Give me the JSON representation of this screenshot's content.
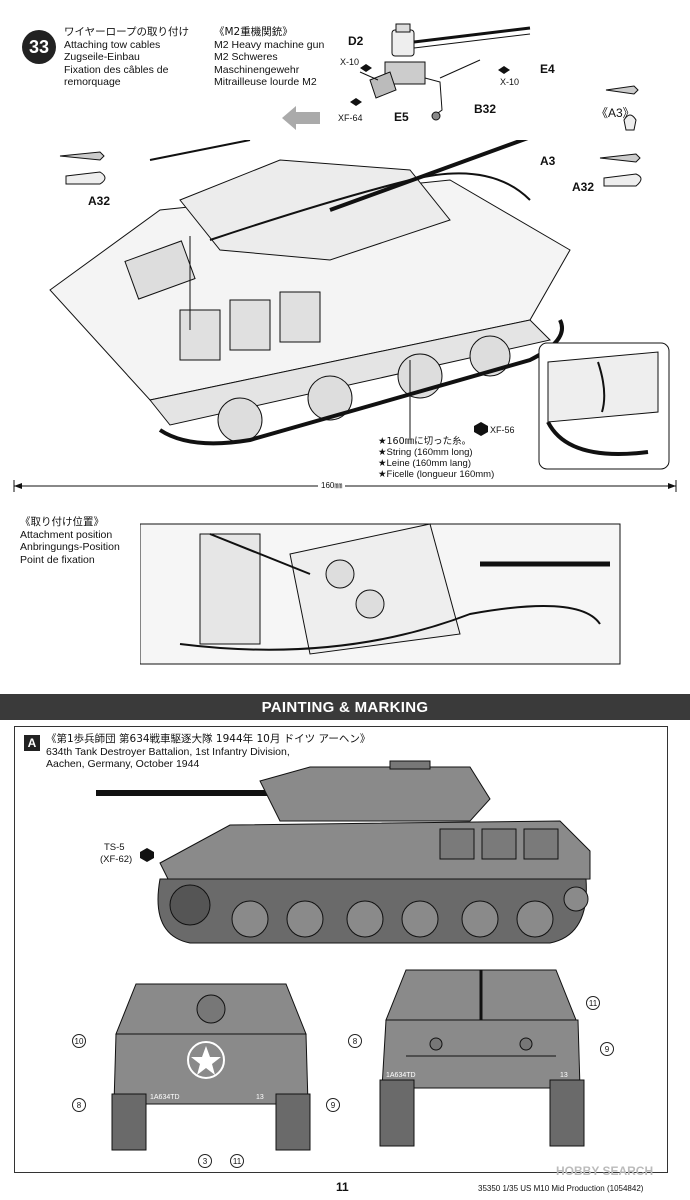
{
  "step": {
    "number": "33",
    "title_lines": [
      "ワイヤーロープの取り付け",
      "Attaching tow cables",
      "Zugseile-Einbau",
      "Fixation des câbles de",
      "remorquage"
    ]
  },
  "mg_note": {
    "lines": [
      "《M2重機関銃》",
      "M2 Heavy machine gun",
      "M2 Schweres",
      "Maschinengewehr",
      "Mitrailleuse lourde M2"
    ]
  },
  "parts": {
    "d2": "D2",
    "e4": "E4",
    "x10_left": "X-10",
    "x10_right": "X-10",
    "xf64": "XF-64",
    "e5": "E5",
    "b32": "B32",
    "a3_header": "《A3》",
    "a3": "A3",
    "a32_right": "A32",
    "a32_left": "A32",
    "xf56": "XF-56"
  },
  "string_note": {
    "lines": [
      "★160㎜に切った糸。",
      "★String (160mm long)",
      "★Leine (160mm lang)",
      "★Ficelle (longueur 160mm)"
    ]
  },
  "scale_label": "160㎜",
  "attach": {
    "lines": [
      "《取り付け位置》",
      "Attachment position",
      "Anbringungs-Position",
      "Point de fixation"
    ]
  },
  "section_banner": "PAINTING & MARKING",
  "scheme": {
    "letter": "A",
    "title_jp": "《第1歩兵師団 第634戦車駆逐大隊 1944年 10月 ドイツ アーヘン》",
    "title_en1": "634th Tank Destroyer Battalion, 1st Infantry Division,",
    "title_en2": "Aachen, Germany, October 1944",
    "paint_code1": "TS-5",
    "paint_code2": "(XF-62)",
    "front_plate_text": "1A634TD",
    "front_hull_text": "13",
    "rear_plate_text": "1A634TD",
    "rear_num_text": "13"
  },
  "callouts": {
    "c10": "10",
    "c8a": "8",
    "c9a": "9",
    "c3": "3",
    "c11a": "11",
    "c11b": "11",
    "c8b": "8",
    "c9b": "9"
  },
  "footer": {
    "page": "11",
    "code": "35350 1/35 US M10 Mid Production (1054842)",
    "watermark": "HOBBY SEARCH"
  },
  "colors": {
    "ink": "#111111",
    "banner": "#3a3a3a",
    "olive_gray": "#8a8a8a"
  }
}
